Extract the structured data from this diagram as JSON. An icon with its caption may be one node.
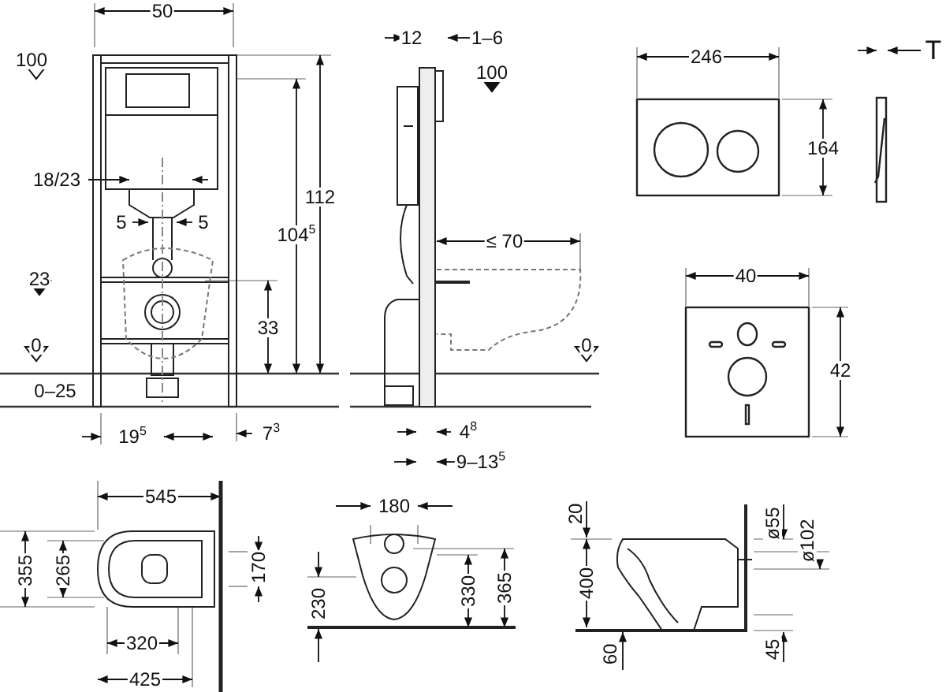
{
  "diagram": {
    "labels": [
      "50",
      "12",
      "1–6",
      "246",
      "T",
      "100",
      "100",
      "112",
      "164",
      "18/23",
      "5",
      "5",
      "104$^{5}$",
      "≤ 70",
      "23",
      "40",
      "42",
      "33",
      "0",
      "0",
      "0–25",
      "19$^{5}$",
      "7$^{3}$",
      "4$^{8}$",
      "9–13$^{5}$",
      "545",
      "180",
      "20",
      "ø55",
      "ø102",
      "355",
      "265",
      "170",
      "230",
      "330",
      "365",
      "400",
      "320",
      "425",
      "60",
      "45"
    ]
  }
}
